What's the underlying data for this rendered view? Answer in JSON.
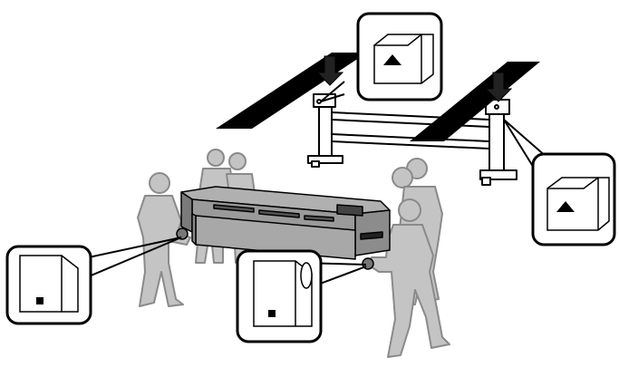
{
  "colors": {
    "background": "#ffffff",
    "outline": "#000000",
    "figure_fill": "#b8b8b8",
    "figure_stroke": "#8a8a8a",
    "printer_body": "#9a9a9a",
    "printer_dark": "#555555",
    "arrow": "#222222",
    "callout_fill": "#ffffff"
  },
  "icons": {
    "down_arrows": "down-arrow-icon",
    "triangle_marker": "triangle-up-icon",
    "square_marker": "filled-square-icon"
  },
  "callouts": [
    {
      "id": "top-center-callout",
      "marker": "triangle"
    },
    {
      "id": "right-callout",
      "marker": "triangle"
    },
    {
      "id": "left-callout",
      "marker": "square"
    },
    {
      "id": "bottom-center-callout",
      "marker": "square"
    }
  ]
}
